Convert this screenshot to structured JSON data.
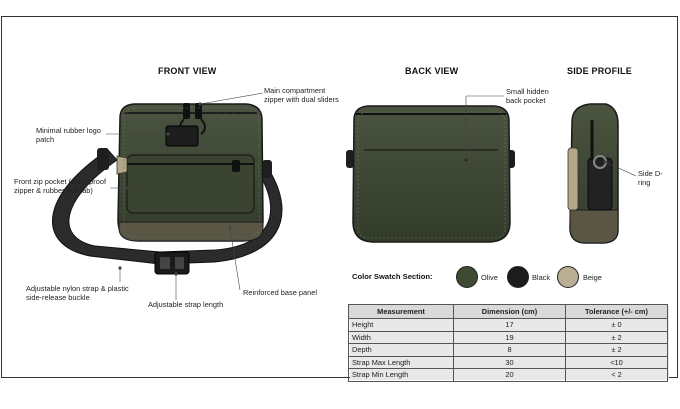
{
  "headings": {
    "front": "FRONT VIEW",
    "back": "BACK VIEW",
    "side": "SIDE PROFILE"
  },
  "callouts": {
    "main_compartment": "Main compartment zipper with dual sliders",
    "logo_patch": "Minimal rubber logo patch",
    "front_pocket": "Front zip pocket (waterproof zipper & rubber pull tab)",
    "strap": "Adjustable nylon strap & plastic side-release buckle",
    "strap_length": "Adjustable strap length",
    "base_panel": "Reinforced base panel",
    "back_pocket": "Small hidden back pocket",
    "d_ring": "Side D-ring"
  },
  "swatches": {
    "title": "Color Swatch Section:",
    "items": [
      {
        "label": "Olive",
        "color": "#3f4a33"
      },
      {
        "label": "Black",
        "color": "#1c1c1c"
      },
      {
        "label": "Beige",
        "color": "#b9ad93"
      }
    ]
  },
  "colors": {
    "body": "#3e4832",
    "body_dark": "#2e3626",
    "base": "#5a5646",
    "strap": "#2a2a2a",
    "trim": "#1a1a1a",
    "accent": "#b3a788"
  },
  "table": {
    "headers": [
      "Measurement",
      "Dimension (cm)",
      "Tolerance (+/- cm)"
    ],
    "rows": [
      [
        "Height",
        "17",
        "± 0"
      ],
      [
        "Width",
        "19",
        "± 2"
      ],
      [
        "Depth",
        "8",
        "± 2"
      ],
      [
        "Strap Max Length",
        "30",
        "<10"
      ],
      [
        "Strap Min Length",
        "20",
        "< 2"
      ]
    ]
  }
}
